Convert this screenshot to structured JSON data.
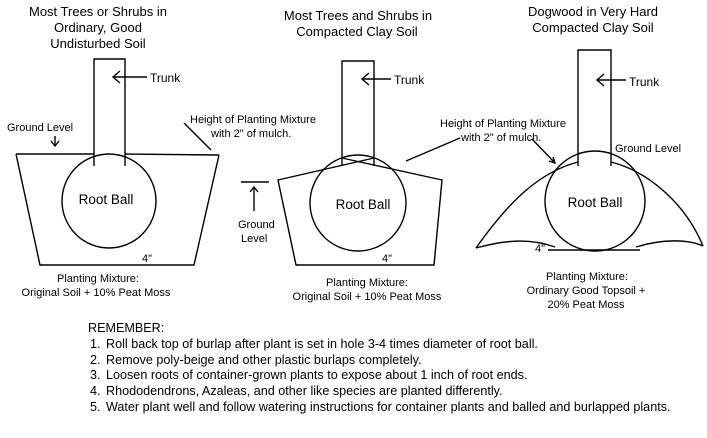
{
  "panels": [
    {
      "title_lines": [
        "Most Trees or Shrubs in",
        "Ordinary, Good",
        "Undisturbed Soil"
      ],
      "trunk_label": "Trunk",
      "ground_label": "Ground Level",
      "mulch_label_lines": [
        "Height of Planting Mixture",
        "with 2\" of mulch."
      ],
      "root_ball_label": "Root Ball",
      "depth_label": "4\"",
      "mixture_label_lines": [
        "Planting Mixture:",
        "Original Soil + 10% Peat Moss"
      ]
    },
    {
      "title_lines": [
        "Most Trees and Shrubs in",
        "Compacted Clay Soil"
      ],
      "trunk_label": "Trunk",
      "ground_label_lines": [
        "Ground",
        "Level"
      ],
      "mulch_label_lines": [
        "Height of Planting Mixture",
        "with 2\" of mulch."
      ],
      "root_ball_label": "Root Ball",
      "depth_label": "4\"",
      "mixture_label_lines": [
        "Planting Mixture:",
        "Original Soil + 10% Peat Moss"
      ]
    },
    {
      "title_lines": [
        "Dogwood in Very Hard",
        "Compacted Clay Soil"
      ],
      "trunk_label": "Trunk",
      "ground_label": "Ground Level",
      "root_ball_label": "Root Ball",
      "depth_label": "4\"",
      "mixture_label_lines": [
        "Planting Mixture:",
        "Ordinary Good Topsoil +",
        "20% Peat Moss"
      ]
    }
  ],
  "notes": {
    "heading": "REMEMBER:",
    "items": [
      "Roll back top of burlap after plant is set in hole 3-4 times diameter of root ball.",
      "Remove poly-beige and other plastic burlaps completely.",
      "Loosen roots of container-grown plants to expose about 1 inch of root ends.",
      "Rhododendrons, Azaleas, and other like species are planted differently.",
      "Water plant well and follow watering instructions for container plants and balled and burlapped plants."
    ]
  }
}
